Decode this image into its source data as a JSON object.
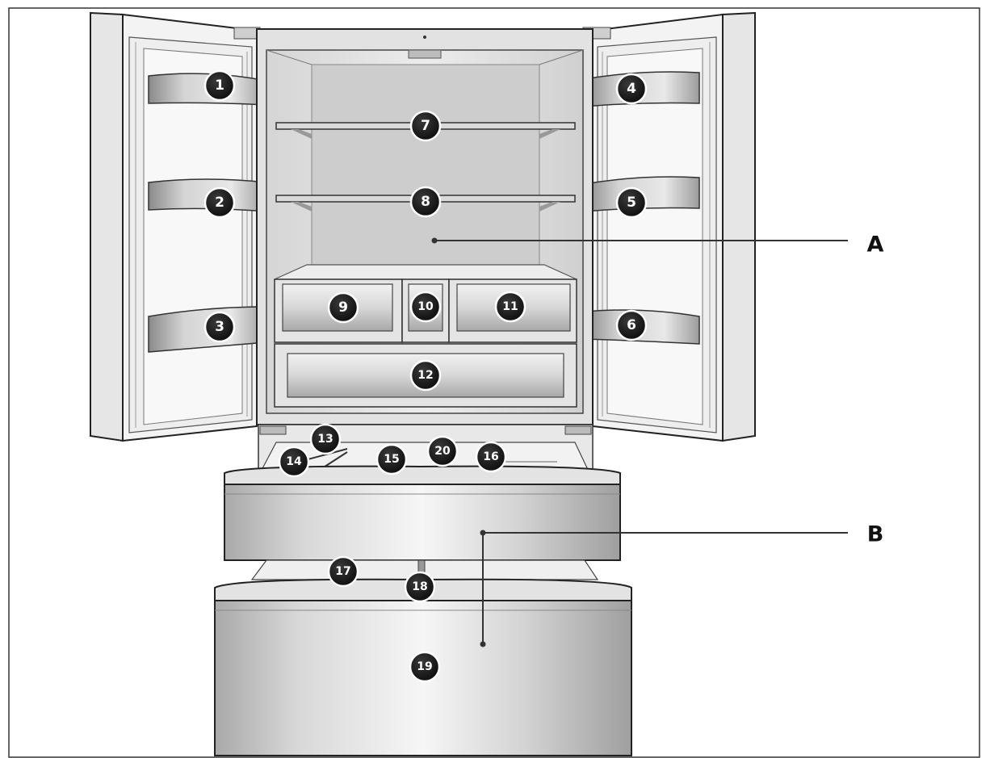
{
  "figure": {
    "callouts": [
      {
        "id": "A",
        "label": "A"
      },
      {
        "id": "B",
        "label": "B"
      }
    ],
    "part_numbers": [
      "1",
      "2",
      "3",
      "4",
      "5",
      "6",
      "7",
      "8",
      "9",
      "10",
      "11",
      "12",
      "13",
      "14",
      "15",
      "16",
      "17",
      "18",
      "19",
      "20"
    ]
  }
}
